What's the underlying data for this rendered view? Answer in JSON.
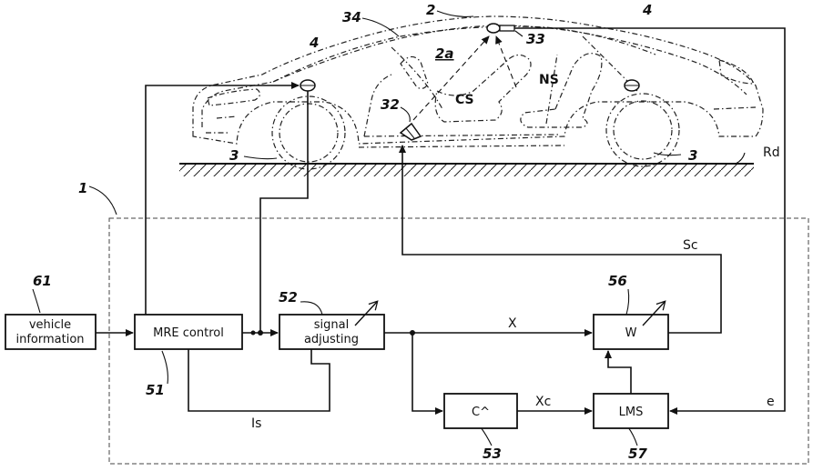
{
  "refs": {
    "r1": "1",
    "r2": "2",
    "r2a": "2a",
    "r3a": "3",
    "r3b": "3",
    "r4a": "4",
    "r4b": "4",
    "r32": "32",
    "r33": "33",
    "r34": "34",
    "r51": "51",
    "r52": "52",
    "r53": "53",
    "r56": "56",
    "r57": "57",
    "r61": "61"
  },
  "labels": {
    "cs": "CS",
    "ns": "NS",
    "rd": "Rd",
    "x": "X",
    "xc": "Xc",
    "sc": "Sc",
    "e": "e",
    "is": "Is"
  },
  "blocks": {
    "vehicle_info": {
      "line1": "vehicle",
      "line2": "information"
    },
    "mre_control": "MRE control",
    "signal_adjusting": {
      "line1": "signal",
      "line2": "adjusting"
    },
    "c_hat": "C^",
    "w": "W",
    "lms": "LMS"
  }
}
